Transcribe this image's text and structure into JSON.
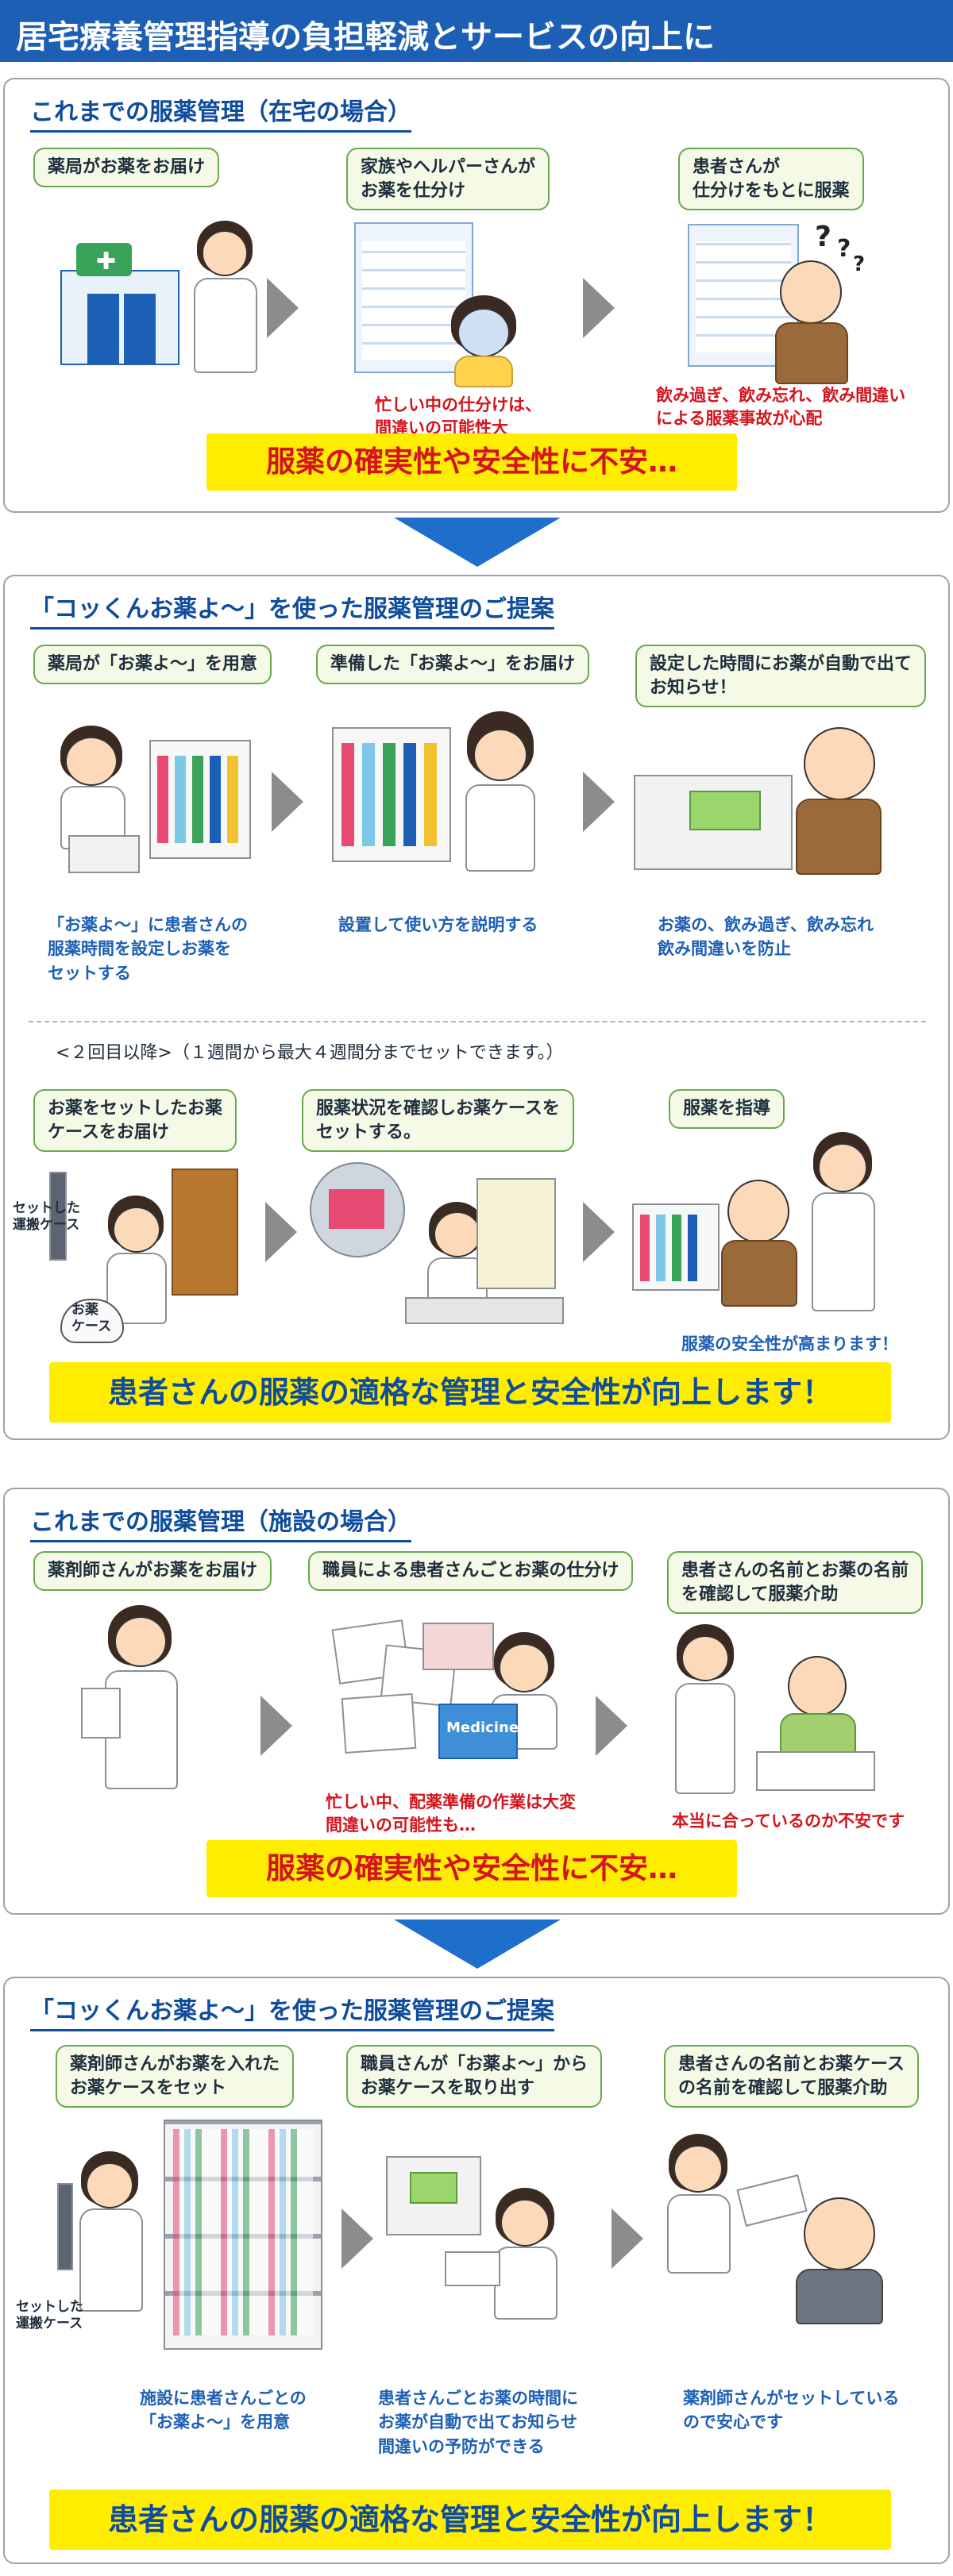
{
  "header": {
    "title": "居宅療養管理指導の負担軽減とサービスの向上に"
  },
  "section1": {
    "title": "これまでの服薬管理（在宅の場合）",
    "step1": "薬局がお薬をお届け",
    "step2": "家族やヘルパーさんが\nお薬を仕分け",
    "step3": "患者さんが\n仕分けをもとに服薬",
    "note2": "忙しい中の仕分けは、\n間違いの可能性大",
    "note3": "飲み過ぎ、飲み忘れ、飲み間違い\nによる服薬事故が心配",
    "banner": "服薬の確実性や安全性に不安…"
  },
  "section2": {
    "title": "「コッくんお薬よ～」を使った服薬管理のご提案",
    "step1": "薬局が「お薬よ～」を用意",
    "step2": "準備した「お薬よ～」をお届け",
    "step3": "設定した時間にお薬が自動で出て\nお知らせ！",
    "note1": "「お薬よ～」に患者さんの\n服薬時間を設定しお薬を\nセットする",
    "note2": "設置して使い方を説明する",
    "note3": "お薬の、飲み過ぎ、飲み忘れ\n飲み間違いを防止",
    "repeat_note": "<２回目以降>（１週間から最大４週間分までセットできます。）",
    "step4": "お薬をセットしたお薬\nケースをお届け",
    "step5": "服薬状況を確認しお薬ケースを\nセットする。",
    "step6": "服薬を指導",
    "case_label": "セットした\n運搬ケース",
    "bag_label": "お薬\nケース",
    "note6": "服薬の安全性が高まります！",
    "banner": "患者さんの服薬の適格な管理と安全性が向上します！"
  },
  "section3": {
    "title": "これまでの服薬管理（施設の場合）",
    "step1": "薬剤師さんがお薬をお届け",
    "step2": "職員による患者さんごとお薬の仕分け",
    "step3": "患者さんの名前とお薬の名前\nを確認して服薬介助",
    "box_label": "Medicine",
    "note2": "忙しい中、配薬準備の作業は大変\n間違いの可能性も…",
    "note3": "本当に合っているのか不安です",
    "banner": "服薬の確実性や安全性に不安…"
  },
  "section4": {
    "title": "「コッくんお薬よ～」を使った服薬管理のご提案",
    "step1": "薬剤師さんがお薬を入れた\nお薬ケースをセット",
    "step2": "職員さんが「お薬よ～」から\nお薬ケースを取り出す",
    "step3": "患者さんの名前とお薬ケース\nの名前を確認して服薬介助",
    "case_label": "セットした\n運搬ケース",
    "note1": "施設に患者さんごとの\n「お薬よ～」を用意",
    "note2": "患者さんごとお薬の時間に\nお薬が自動で出てお知らせ\n間違いの予防ができる",
    "note3": "薬剤師さんがセットしている\nので安心です",
    "banner": "患者さんの服薬の適格な管理と安全性が向上します！"
  },
  "colors": {
    "header_blue": "#1d5fb5",
    "title_blue": "#0f4c9c",
    "label_green_border": "#6aa84f",
    "label_green_fill": "#f4fae6",
    "warning_red": "#d4141c",
    "banner_yellow": "#ffed00",
    "arrow_gray": "#8c8c8c",
    "down_arrow_blue": "#1d6fc9"
  }
}
